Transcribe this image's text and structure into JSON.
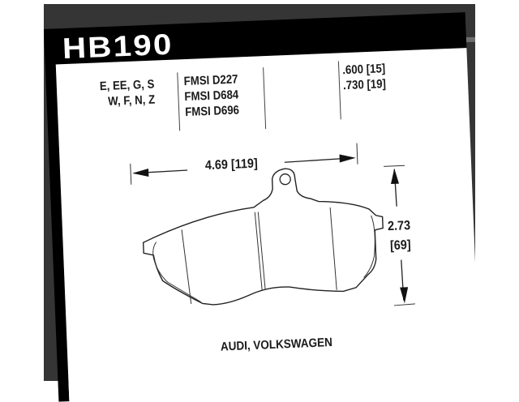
{
  "header": {
    "part_number": "HB190"
  },
  "compounds": {
    "line1": "E, EE, G, S",
    "line2": "W, F, N, Z"
  },
  "fmsi": {
    "items": [
      "FMSI D227",
      "FMSI D684",
      "FMSI D696"
    ]
  },
  "thickness": {
    "items": [
      ".600 [15]",
      ".730 [19]"
    ]
  },
  "dimensions": {
    "width_label": "4.69 [119]",
    "height_label_in": "2.73",
    "height_label_mm": "[69]"
  },
  "application": {
    "vehicles": "AUDI, VOLKSWAGEN"
  },
  "colors": {
    "backdrop": "#353535",
    "band": "#000000",
    "card": "#ffffff",
    "ink": "#1a1a1a"
  }
}
